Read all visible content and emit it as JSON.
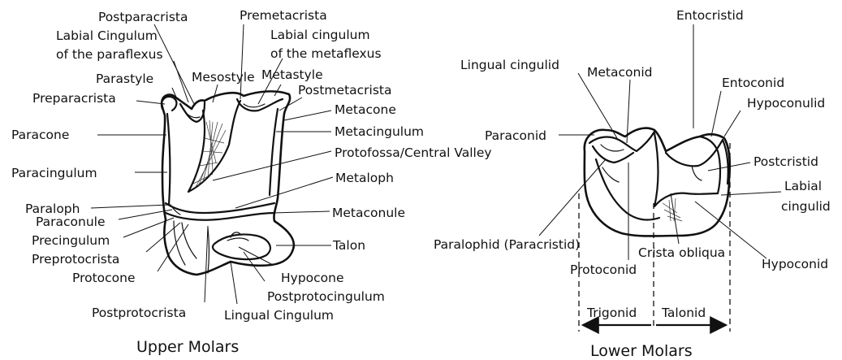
{
  "upper": {
    "caption": "Upper Molars",
    "labels": {
      "postparacrista": "Postparacrista",
      "labial_cingulum_para_1": "Labial Cingulum",
      "labial_cingulum_para_2": "of the paraflexus",
      "premetacrista": "Premetacrista",
      "labial_cingulum_meta_1": "Labial cingulum",
      "labial_cingulum_meta_2": "of the metaflexus",
      "parastyle": "Parastyle",
      "mesostyle": "Mesostyle",
      "metastyle": "Metastyle",
      "preparacrista": "Preparacrista",
      "postmetacrista": "Postmetacrista",
      "metacone": "Metacone",
      "paracone": "Paracone",
      "metacingulum": "Metacingulum",
      "protofossa": "Protofossa/Central Valley",
      "paracingulum": "Paracingulum",
      "metaloph": "Metaloph",
      "paraloph": "Paraloph",
      "paraconule": "Paraconule",
      "metaconule": "Metaconule",
      "precingulum": "Precingulum",
      "talon": "Talon",
      "preprotocrista": "Preprotocrista",
      "hypocone": "Hypocone",
      "protocone": "Protocone",
      "postprotocingulum": "Postprotocingulum",
      "postprotocrista": "Postprotocrista",
      "lingual_cingulum": "Lingual Cingulum"
    }
  },
  "lower": {
    "caption": "Lower Molars",
    "labels": {
      "lingual_cingulid": "Lingual cingulid",
      "metaconid": "Metaconid",
      "entocristid": "Entocristid",
      "entoconid": "Entoconid",
      "hypoconulid": "Hypoconulid",
      "paraconid": "Paraconid",
      "postcristid": "Postcristid",
      "labial_cingulid_1": "Labial",
      "labial_cingulid_2": "cingulid",
      "paralophid": "Paralophid (Paracristid)",
      "crista_obliqua": "Crista obliqua",
      "hypoconid": "Hypoconid",
      "protoconid": "Protoconid",
      "trigonid": "Trigonid",
      "talonid": "Talonid"
    }
  }
}
